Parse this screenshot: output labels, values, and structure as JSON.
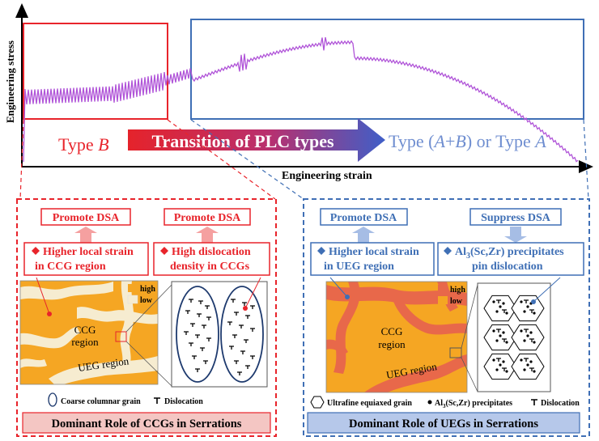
{
  "axes": {
    "ylabel": "Engineering stress",
    "xlabel": "Engineering strain"
  },
  "top": {
    "type_b": {
      "prefix": "Type ",
      "italic": "B"
    },
    "transition": "Transition of PLC types",
    "type_ab": {
      "p1": "Type (",
      "i1": "A",
      "p2": "+",
      "i2": "B",
      "p3": ") or Type ",
      "i3": "A"
    }
  },
  "left_panel": {
    "promote_1": "Promote DSA",
    "promote_2": "Promote DSA",
    "claim_1": [
      "Higher local strain",
      "in CCG region"
    ],
    "claim_2": [
      "High dislocation",
      "density in CCGs"
    ],
    "legend_high": "high",
    "legend_low": "low",
    "ccg_region": [
      "CCG",
      "region"
    ],
    "ueg_region": "UEG region",
    "legend_grain": "Coarse columnar grain",
    "legend_disloc": "Dislocation",
    "footer": "Dominant Role of CCGs in Serrations"
  },
  "right_panel": {
    "promote": "Promote DSA",
    "suppress": "Suppress DSA",
    "claim_1": [
      "Higher local strain",
      "in UEG region"
    ],
    "claim_2": {
      "line1_pre": "Al",
      "line1_sub": "3",
      "line1_post": "(Sc,Zr) precipitates",
      "line2": "pin dislocation"
    },
    "legend_high": "high",
    "legend_low": "low",
    "ccg_region": [
      "CCG",
      "region"
    ],
    "ueg_region": "UEG region",
    "legend_grain": "Ultrafine equiaxed grain",
    "legend_precip_pre": "Al",
    "legend_precip_sub": "3",
    "legend_precip_post": "(Sc,Zr) precipitates",
    "legend_disloc": "Dislocation",
    "footer": "Dominant Role of UEGs in Serrations"
  },
  "colors": {
    "red": "#e8242b",
    "blue": "#3f6fb5",
    "light_blue": "#6f8ed0",
    "purple": "#b054d8",
    "orange": "#f5a623",
    "beige": "#f6ecd0",
    "coral": "#e8684a",
    "footer_red": "#f4c6c3",
    "footer_blue": "#b6c8ea"
  }
}
